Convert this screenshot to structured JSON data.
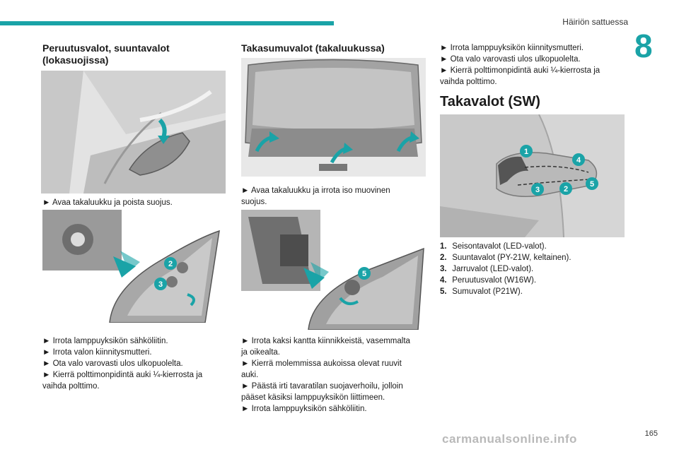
{
  "header": {
    "title": "Häiriön sattuessa",
    "chapter": "8"
  },
  "col1": {
    "heading_line1": "Peruutusvalot, suuntavalot",
    "heading_line2": "(lokasuojissa)",
    "step1": "► Avaa takaluukku ja poista suojus.",
    "steps2": [
      "► Irrota lamppuyksikön sähköliitin.",
      "► Irrota valon kiinnitysmutteri.",
      "► Ota valo varovasti ulos ulkopuolelta.",
      "► Kierrä polttimonpidintä auki ¼-kierrosta ja",
      "vaihda polttimo."
    ],
    "callouts": [
      "2",
      "3"
    ]
  },
  "col2": {
    "heading": "Takasumuvalot (takaluukussa)",
    "step1_line1": "► Avaa takaluukku ja irrota iso muovinen",
    "step1_line2": "suojus.",
    "steps2": [
      "► Irrota kaksi kantta kiinnikkeistä, vasemmalta",
      "ja oikealta.",
      "► Kierrä molemmissa aukoissa olevat ruuvit",
      "auki.",
      "► Päästä irti tavaratilan suojaverhoilu, jolloin",
      "pääset käsiksi lamppuyksikön liittimeen.",
      "► Irrota lamppuyksikön sähköliitin."
    ],
    "callouts": [
      "5"
    ]
  },
  "col3": {
    "steps": [
      "► Irrota lamppuyksikön kiinnitysmutteri.",
      "► Ota valo varovasti ulos ulkopuolelta.",
      "► Kierrä polttimonpidintä auki ¼-kierrosta ja",
      "vaihda polttimo."
    ],
    "heading": "Takavalot (SW)",
    "callouts": [
      "1",
      "2",
      "3",
      "4",
      "5"
    ],
    "legend": [
      {
        "n": "1.",
        "text": "Seisontavalot (LED-valot)."
      },
      {
        "n": "2.",
        "text": "Suuntavalot (PY-21W, keltainen)."
      },
      {
        "n": "3.",
        "text": "Jarruvalot (LED-valot)."
      },
      {
        "n": "4.",
        "text": "Peruutusvalot (W16W)."
      },
      {
        "n": "5.",
        "text": "Sumuvalot (P21W)."
      }
    ]
  },
  "footer": {
    "page_number": "165",
    "watermark": "carmanualsonline.info"
  },
  "colors": {
    "accent": "#1aa3a7"
  }
}
